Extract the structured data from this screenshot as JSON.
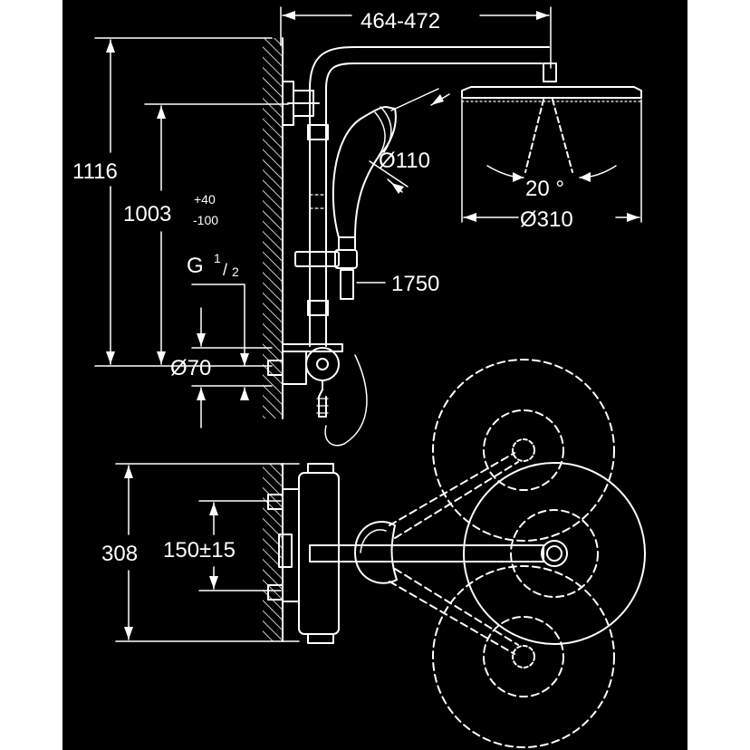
{
  "colors": {
    "background": "#000000",
    "line": "#ffffff",
    "page": "#ffffff"
  },
  "dimensions": {
    "top_width": "464-472",
    "total_height": "1116",
    "arm_height_base": "1003",
    "arm_height_tol_plus": "+40",
    "arm_height_tol_minus": "-100",
    "thread": "G",
    "thread_num": "1",
    "thread_den": "2",
    "diameter_70": "Ø70",
    "diameter_110": "Ø110",
    "angle": "20 °",
    "diameter_310": "Ø310",
    "hose_length": "1750",
    "height_308": "308",
    "spacing": "150±15"
  }
}
